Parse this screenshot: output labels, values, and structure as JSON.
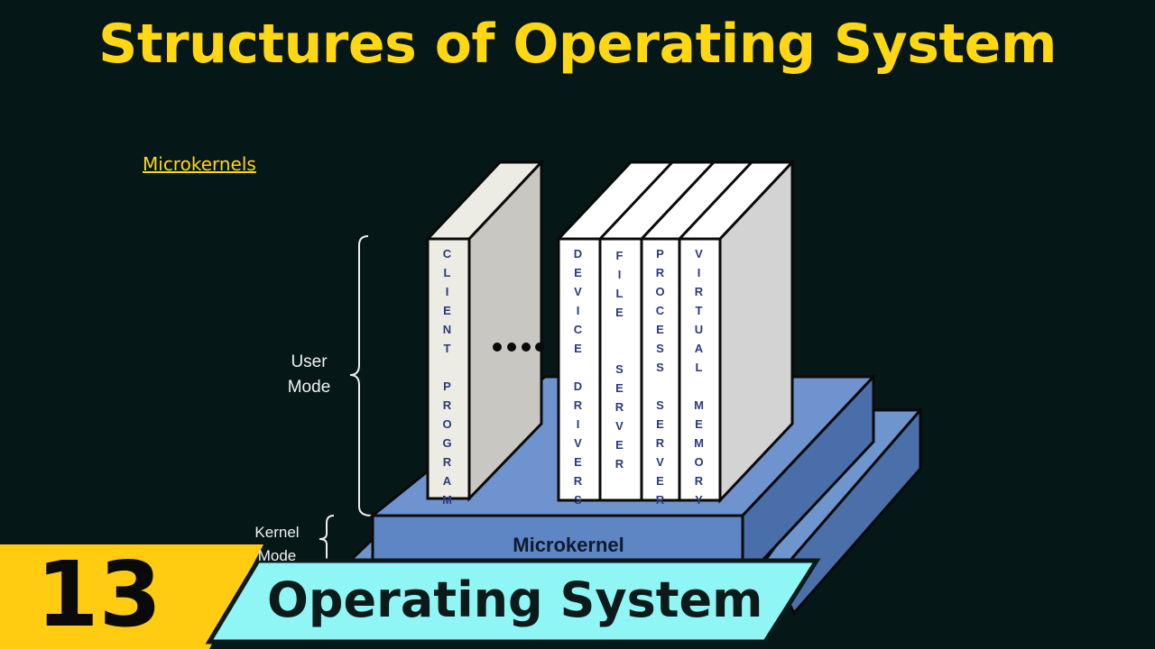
{
  "title": "Structures of Operating System",
  "section": "Microkernels",
  "diagram": {
    "user_mode_label": "User Mode",
    "kernel_mode_label": "Kernel Mode",
    "client_book": "CLIENT PROGRAM",
    "ellipsis": "....",
    "server_books": [
      "DEVICE DRIVERS",
      "FILE  SERVER",
      "PROCESS SERVER",
      "VIRTUAL MEMORY"
    ],
    "microkernel": "Microkernel"
  },
  "banner": {
    "episode_number": "13",
    "course": "Operating System"
  },
  "colors": {
    "title": "#ffd712",
    "background": "#061718",
    "banner_yellow": "#ffcc12",
    "banner_cyan": "#8ff5f5",
    "kernel_blue": "#5f86c4"
  }
}
